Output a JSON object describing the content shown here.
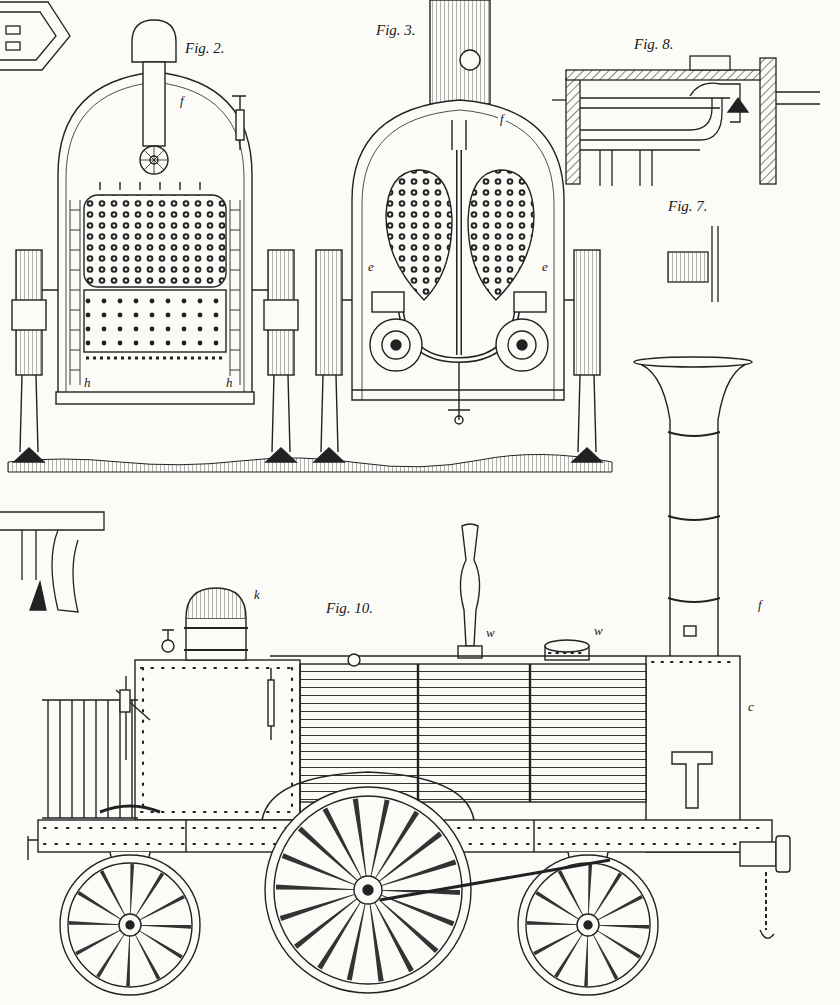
{
  "diagram": {
    "labels": [
      "Fig. 2.",
      "Fig. 3.",
      "Fig. 8.",
      "Fig. 7.",
      "Fig. 10.",
      "f",
      "h",
      "h",
      "f",
      "e",
      "e",
      "k",
      "w",
      "w",
      "f",
      "c"
    ]
  }
}
